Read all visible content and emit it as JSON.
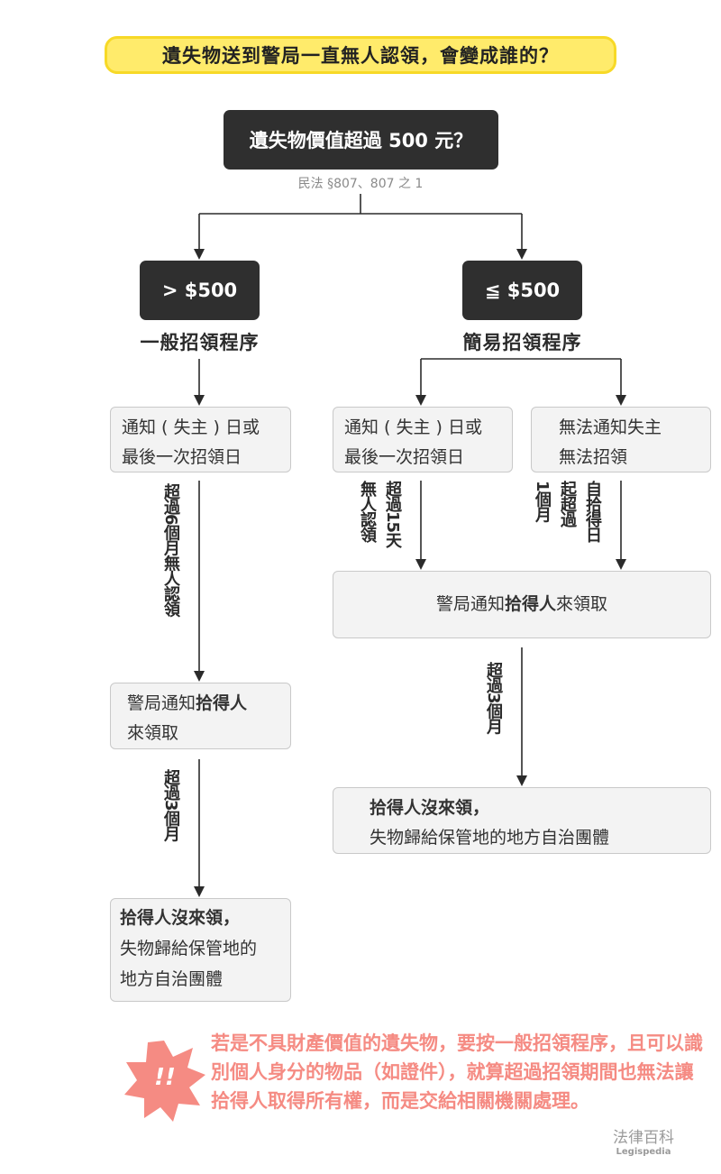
{
  "title": "遺失物送到警局一直無人認領，會變成誰的？",
  "question": "遺失物價值超過 500 元？",
  "law_ref": "民法 §807、807 之 1",
  "branch_gt": {
    "label": "> $500",
    "procedure": "一般招領程序"
  },
  "branch_le": {
    "label": "≦ $500",
    "procedure": "簡易招領程序"
  },
  "left": {
    "start_line1": "通知 ( 失主 ) 日或",
    "start_line2": "最後一次招領日",
    "wait_label": "超過6個月無人認領",
    "notify_pre": "警局通知",
    "notify_bold": "拾得人",
    "notify_post": "來領取",
    "wait2_label": "超過3個月",
    "result_bold": "拾得人沒來領，",
    "result_line2": "失物歸給保管地的",
    "result_line3": "地方自治團體"
  },
  "right": {
    "start_line1": "通知 ( 失主 ) 日或",
    "start_line2": "最後一次招領日",
    "alt_line1": "無法通知失主",
    "alt_line2": "無法招領",
    "wait_a1": "超過15天",
    "wait_a2": "無人認領",
    "wait_b1": "自拾得日",
    "wait_b2": "起超過",
    "wait_b3": "1個月",
    "notify_pre": "警局通知",
    "notify_bold": "拾得人",
    "notify_post": "來領取",
    "wait2_label": "超過3個月",
    "result_bold": "拾得人沒來領，",
    "result_line2": "失物歸給保管地的地方自治團體"
  },
  "note": {
    "icon": "exclamation-burst-icon",
    "icon_text": "!!",
    "text": "若是不具財產價值的遺失物，要按一般招領程序，且可以識別個人身分的物品（如證件），就算超過招領期間也無法讓拾得人取得所有權，而是交給相關機關處理。"
  },
  "logo": {
    "zh": "法律百科",
    "en": "Legispedia"
  },
  "colors": {
    "title_bg": "#ffeb6b",
    "dark_box": "#2f2f2f",
    "note_text": "#f58b83",
    "box_bg": "#f3f3f3"
  }
}
